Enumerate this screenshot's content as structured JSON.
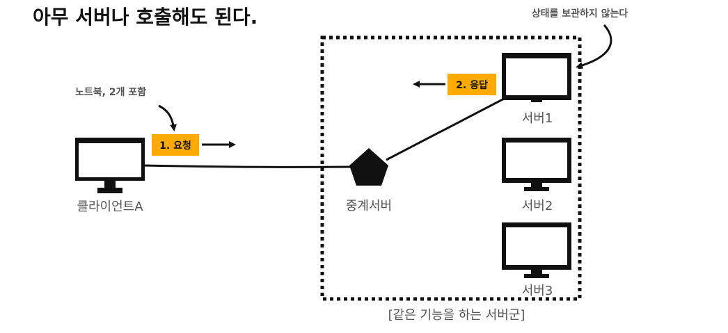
{
  "title": "아무 서버나 호출해도 된다.",
  "notes": {
    "stateless": "상태를 보관하지 않는다",
    "client_note": "노트북, 2개 포함"
  },
  "client": {
    "label": "클라이언트A"
  },
  "proxy": {
    "label": "중계서버"
  },
  "servers": [
    {
      "label": "서버1"
    },
    {
      "label": "서버2"
    },
    {
      "label": "서버3"
    }
  ],
  "badges": {
    "request": "1. 요청",
    "response": "2. 응답"
  },
  "group": {
    "caption": "[같은 기능을 하는 서버군]"
  },
  "colors": {
    "badge": "#FFAA00",
    "ink": "#111111",
    "label": "#555555",
    "background": "#FFFFFF"
  },
  "icons": {
    "client": "monitor-icon",
    "server": "monitor-icon",
    "proxy": "pentagon-icon",
    "arrows": "arrow-icon"
  }
}
